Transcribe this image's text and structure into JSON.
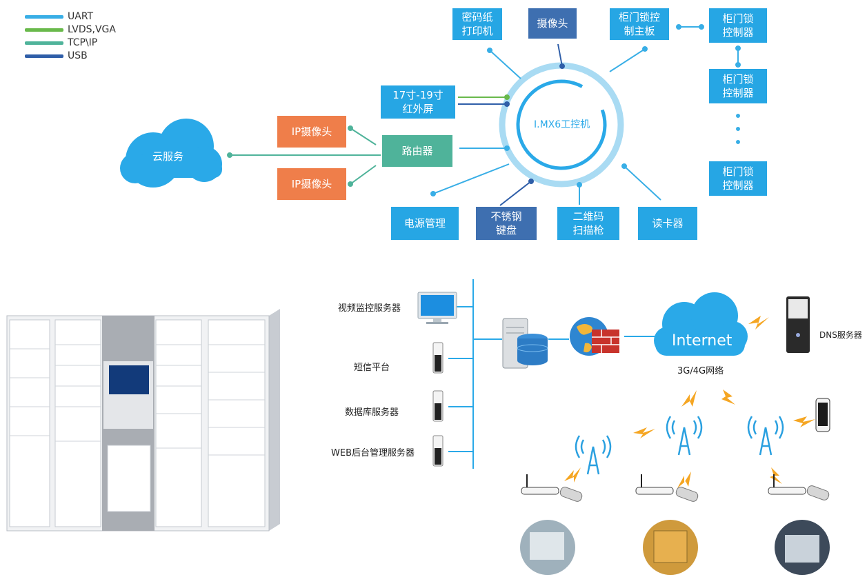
{
  "colors": {
    "uart": "#38aee6",
    "lvds": "#69b94b",
    "tcp": "#4fb39a",
    "usb": "#2f5ea8",
    "node_blue": "#26a6e4",
    "node_navy": "#3e6fb0",
    "node_orange": "#ef7e4a",
    "node_teal": "#4fb39a",
    "cloud": "#2aa9e8"
  },
  "legend": [
    {
      "label": "UART",
      "color": "#38aee6"
    },
    {
      "label": "LVDS,VGA",
      "color": "#69b94b"
    },
    {
      "label": "TCP\\IP",
      "color": "#4fb39a"
    },
    {
      "label": "USB",
      "color": "#2f5ea8"
    }
  ],
  "hub": {
    "label": "I.MX6工控机",
    "icon": "ring-hub-icon"
  },
  "cloud_service": {
    "label": "云服务",
    "icon": "cloud-icon"
  },
  "nodes": {
    "printer": "密码纸\n打印机",
    "camera": "摄像头",
    "lock_board": "柜门锁控\n制主板",
    "lock_ctrl_1": "柜门锁\n控制器",
    "lock_ctrl_2": "柜门锁\n控制器",
    "lock_ctrl_3": "柜门锁\n控制器",
    "screen": "17寸-19寸\n红外屏",
    "ip_cam_1": "IP摄像头",
    "ip_cam_2": "IP摄像头",
    "router": "路由器",
    "power": "电源管理",
    "keyboard": "不锈钢\n键盘",
    "qr": "二维码\n扫描枪",
    "card_reader": "读卡器"
  },
  "network": {
    "servers": [
      "视频监控服务器",
      "短信平台",
      "数据库服务器",
      "WEB后台管理服务器"
    ],
    "internet_label": "Internet",
    "network_label": "3G/4G网络",
    "dns_label": "DNS服务器",
    "icons": [
      "monitor-icon",
      "tower-server-icon",
      "database-server-icon",
      "firewall-globe-icon",
      "cell-tower-icon",
      "wifi-router-icon",
      "cctv-camera-icon",
      "smartphone-icon",
      "locker-cabinet-icon"
    ]
  }
}
